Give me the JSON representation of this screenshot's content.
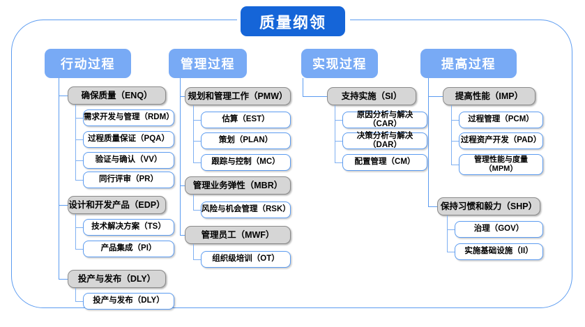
{
  "title": "质量纲领",
  "columns": [
    {
      "header": "行动过程",
      "groups": [
        {
          "parent": "确保质量（ENQ）",
          "children": [
            "需求开发与管理（RDM）",
            "过程质量保证（PQA）",
            "验证与确认（VV）",
            "同行评审（PR）"
          ]
        },
        {
          "parent": "设计和开发产品（EDP）",
          "children": [
            "技术解决方案（TS）",
            "产品集成（PI）"
          ]
        },
        {
          "parent": "投产与发布（DLY）",
          "children": [
            "投产与发布（DLY）"
          ]
        }
      ]
    },
    {
      "header": "管理过程",
      "groups": [
        {
          "parent": "规划和管理工作（PMW）",
          "children": [
            "估算（EST）",
            "策划（PLAN）",
            "跟踪与控制（MC）"
          ]
        },
        {
          "parent": "管理业务弹性（MBR）",
          "children": [
            "风险与机会管理（RSK）"
          ]
        },
        {
          "parent": "管理员工（MWF）",
          "children": [
            "组织级培训（OT）"
          ]
        }
      ]
    },
    {
      "header": "实现过程",
      "groups": [
        {
          "parent": "支持实施（SI）",
          "children": [
            "原因分析与解决（CAR）",
            "决策分析与解决（DAR）",
            "配置管理（CM）"
          ]
        }
      ]
    },
    {
      "header": "提高过程",
      "groups": [
        {
          "parent": "提高性能（IMP）",
          "children": [
            "过程管理（PCM）",
            "过程资产开发（PAD）",
            "管理性能与度量\n（MPM）"
          ]
        },
        {
          "parent": "保持习惯和毅力（SHP）",
          "children": [
            "治理（GOV）",
            "实施基础设施（II）"
          ]
        }
      ]
    }
  ],
  "colors": {
    "title_bg": "#1565d8",
    "header_bg": "#78aaf5",
    "level1_bg": "#d6d6d6",
    "level1_border": "#8a8a8a",
    "level2_bg": "#ffffff",
    "level2_border": "#5b9bf0",
    "frame_border": "#5b9bf0",
    "text": "#000000",
    "header_text": "#ffffff"
  }
}
